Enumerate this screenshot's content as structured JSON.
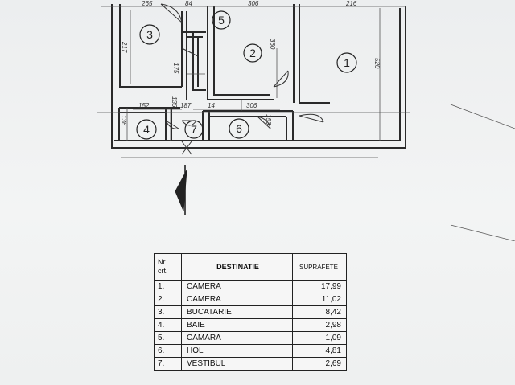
{
  "floor_plan": {
    "room_numbers": [
      "1",
      "2",
      "3",
      "4",
      "5",
      "6",
      "7"
    ],
    "dimensions": [
      "265",
      "84",
      "306",
      "216",
      "217",
      "175",
      "360",
      "520",
      "152",
      "136",
      "187",
      "14",
      "306",
      "153",
      "136"
    ]
  },
  "area_table": {
    "headers": {
      "nr": "Nr. crt.",
      "destination": "DESTINATIE",
      "area": "SUPRAFETE"
    },
    "rows": [
      {
        "nr": "1.",
        "destination": "CAMERA",
        "area": "17,99"
      },
      {
        "nr": "2.",
        "destination": "CAMERA",
        "area": "11,02"
      },
      {
        "nr": "3.",
        "destination": "BUCATARIE",
        "area": "8,42"
      },
      {
        "nr": "4.",
        "destination": "BAIE",
        "area": "2,98"
      },
      {
        "nr": "5.",
        "destination": "CAMARA",
        "area": "1,09"
      },
      {
        "nr": "6.",
        "destination": "HOL",
        "area": "4,81"
      },
      {
        "nr": "7.",
        "destination": "VESTIBUL",
        "area": "2,69"
      }
    ]
  }
}
